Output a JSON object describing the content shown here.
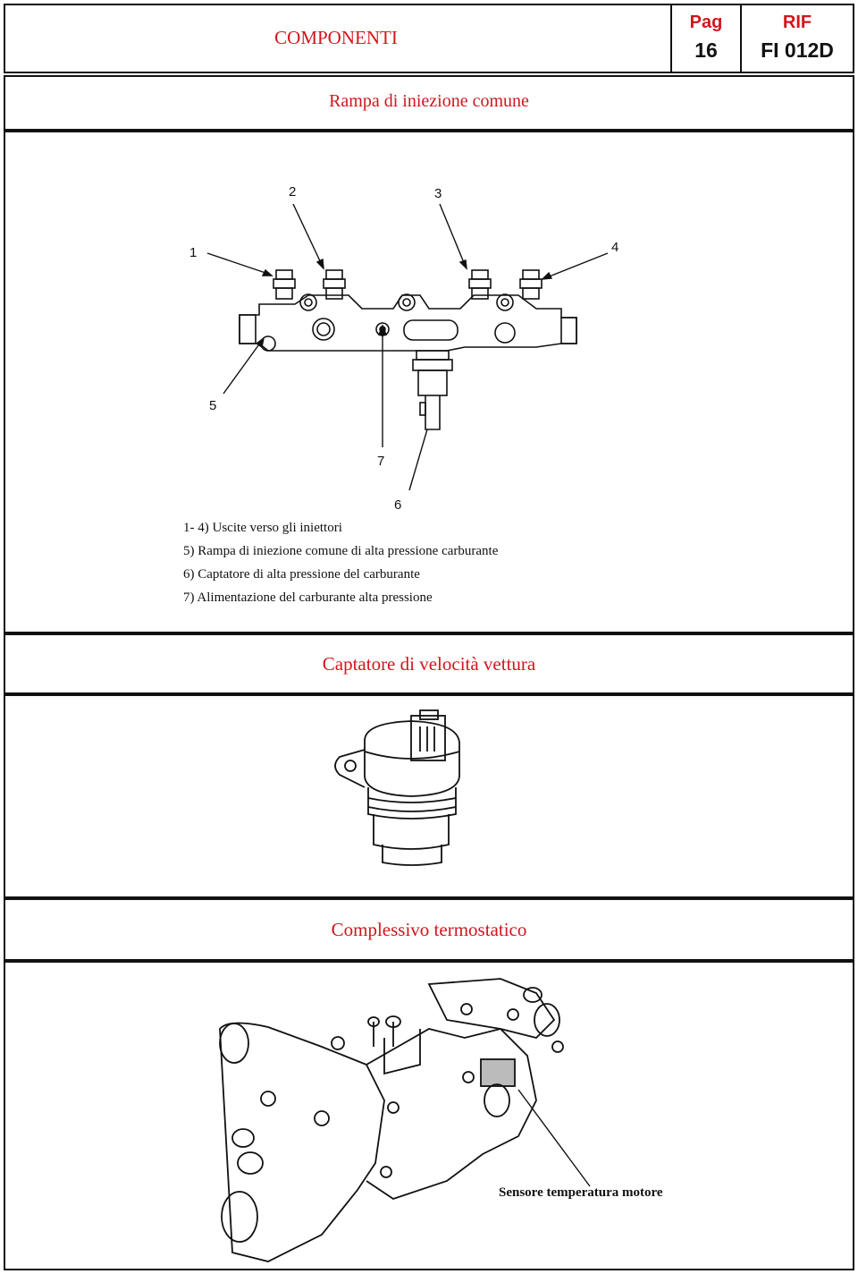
{
  "header": {
    "title": "COMPONENTI",
    "page_label": "Pag",
    "page_value": "16",
    "ref_label": "RIF",
    "ref_value": "FI 012D"
  },
  "section1": {
    "title": "Rampa di iniezione comune",
    "callouts": [
      "1",
      "2",
      "3",
      "4",
      "5",
      "6",
      "7"
    ],
    "legend": [
      "1- 4) Uscite verso gli iniettori",
      "5) Rampa di iniezione comune di alta pressione carburante",
      "6) Captatore di alta pressione del carburante",
      "7) Alimentazione del carburante alta pressione"
    ]
  },
  "section2": {
    "title": "Captatore di velocità vettura"
  },
  "section3": {
    "title": "Complessivo termostatico",
    "sensor_label": "Sensore temperatura motore"
  }
}
